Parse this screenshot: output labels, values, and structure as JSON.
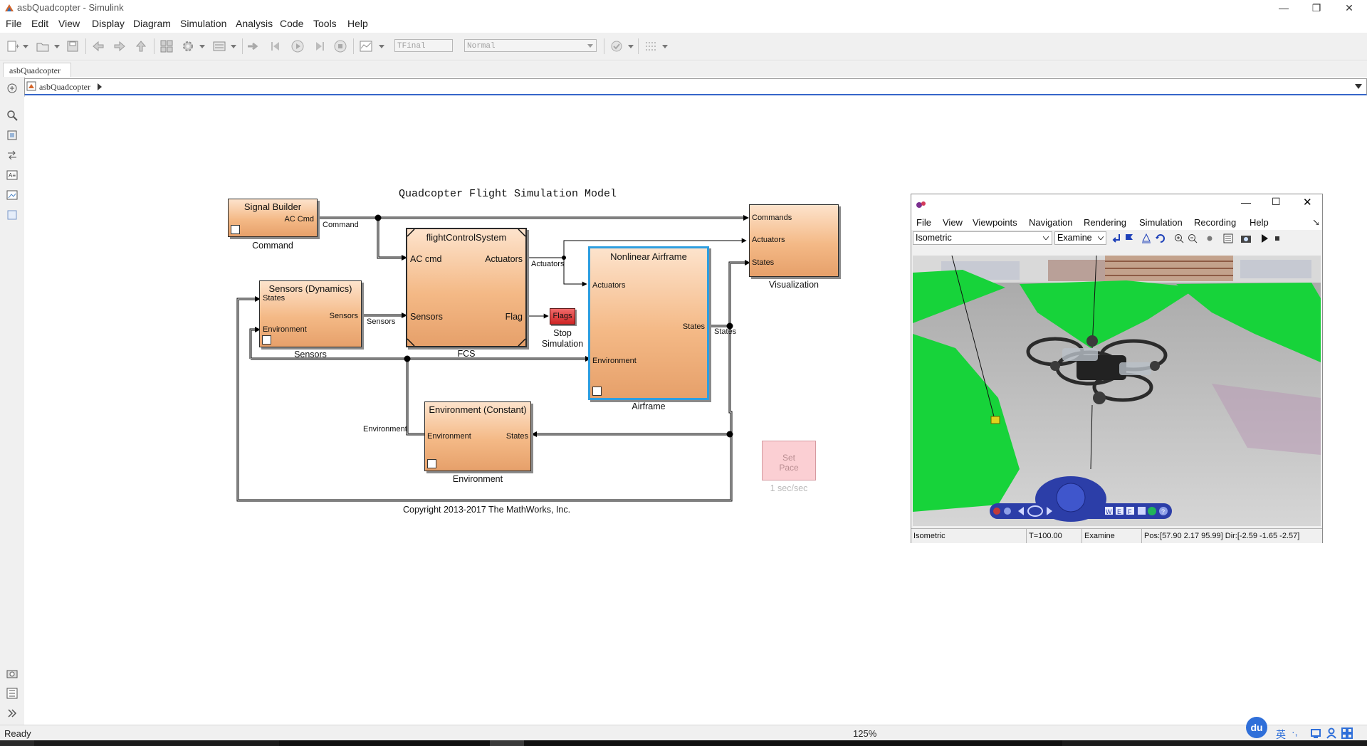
{
  "window": {
    "title": "asbQuadcopter - Simulink"
  },
  "menu": [
    "File",
    "Edit",
    "View",
    "Display",
    "Diagram",
    "Simulation",
    "Analysis",
    "Code",
    "Tools",
    "Help"
  ],
  "toolbar": {
    "stop_time": "TFinal",
    "sim_mode": "Normal"
  },
  "tab": {
    "label": "asbQuadcopter"
  },
  "address": {
    "path": "asbQuadcopter"
  },
  "model": {
    "title": "Quadcopter Flight Simulation Model",
    "copyright": "Copyright 2013-2017 The MathWorks, Inc.",
    "blocks": {
      "signal_builder": {
        "title": "Signal Builder",
        "out": "AC Cmd",
        "label": "Command"
      },
      "fcs": {
        "title": "flightControlSystem",
        "in1": "AC cmd",
        "in2": "Sensors",
        "out1": "Actuators",
        "out2": "Flag",
        "label": "FCS"
      },
      "sensors": {
        "title": "Sensors (Dynamics)",
        "in1": "States",
        "in2": "Environment",
        "out": "Sensors",
        "label": "Sensors"
      },
      "airframe": {
        "title": "Nonlinear Airframe",
        "in1": "Actuators",
        "in2": "Environment",
        "out": "States",
        "label": "Airframe"
      },
      "visualization": {
        "in1": "Commands",
        "in2": "Actuators",
        "in3": "States",
        "label": "Visualization"
      },
      "environment": {
        "title": "Environment (Constant)",
        "in": "States",
        "out": "Environment",
        "label": "Environment"
      },
      "flags": {
        "title": "Flags",
        "label1": "Stop",
        "label2": "Simulation"
      },
      "set_pace": {
        "line1": "Set",
        "line2": "Pace",
        "label": "1 sec/sec"
      }
    },
    "signals": {
      "command": "Command",
      "actuators": "Actuators",
      "sensors": "Sensors",
      "states": "States",
      "environment": "Environment"
    }
  },
  "vr": {
    "menu": [
      "File",
      "View",
      "Viewpoints",
      "Navigation",
      "Rendering",
      "Simulation",
      "Recording",
      "Help"
    ],
    "viewpoint": "Isometric",
    "nav_mode": "Examine",
    "nav_buttons": {
      "w": "W",
      "e": "E",
      "f": "F",
      "help": "?"
    },
    "status": {
      "viewpoint": "Isometric",
      "time": "T=100.00",
      "mode": "Examine",
      "pos": "Pos:[57.90 2.17 95.99] Dir:[-2.59 -1.65 -2.57]"
    }
  },
  "status": {
    "state": "Ready",
    "zoom": "125%"
  },
  "taskbar": {
    "ime_brand": "du",
    "ime_lang": "英"
  },
  "colors": {
    "block_fill": "#f4b986",
    "flags": "#e03a3a",
    "selected": "#2d9ee0",
    "grass": "#17d33a"
  }
}
